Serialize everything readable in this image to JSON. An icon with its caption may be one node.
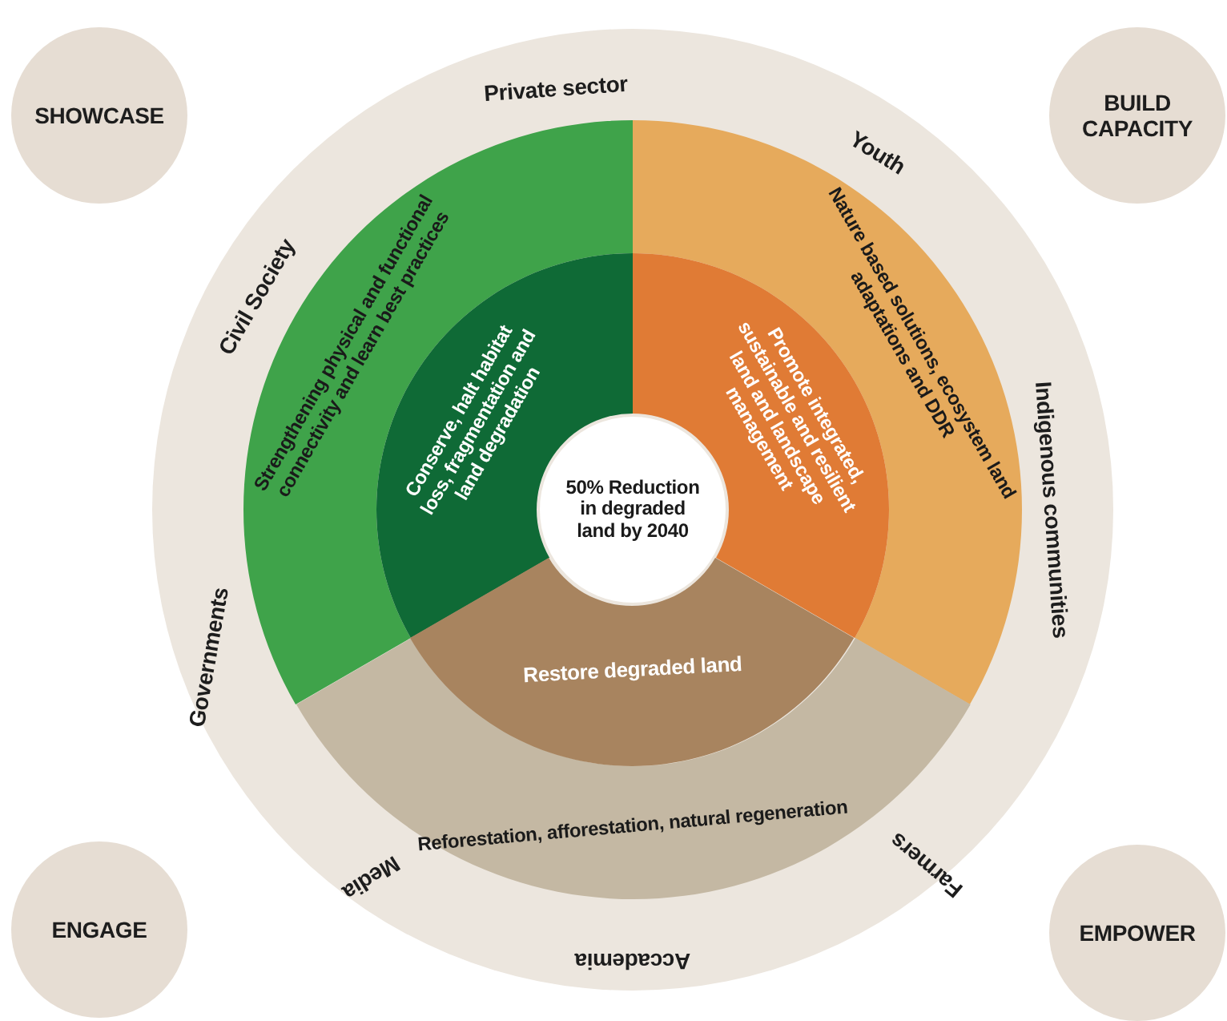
{
  "diagram": {
    "nodes": [
      {
        "text": [
          "Private sector",
          "Youth",
          "Indigenous communities",
          "Farmers",
          "Accademia",
          "Media",
          "Governments",
          "Civil Society"
        ]
      },
      {
        "text": [
          "SHOWCASE"
        ]
      },
      {
        "text": [
          "BUILD CAPACITY"
        ]
      },
      {
        "text": [
          "ENGAGE"
        ]
      },
      {
        "text": [
          "EMPOWER"
        ]
      },
      {
        "text": [
          "Strengthening physical and functional connectivity and learn best practices"
        ],
        "in": 0
      },
      {
        "text": [
          "Nature based solutions, ecosystem land adaptations and DDR"
        ],
        "in": 0
      },
      {
        "text": [
          "Reforestation, afforestation, natural regeneration"
        ],
        "in": 0
      },
      {
        "text": [
          "Conserve, halt habitat loss, fragmentation and land degradation"
        ],
        "in": 0
      },
      {
        "text": [
          "Promote integrated, sustainable and resilient land and landscape management"
        ],
        "in": 0
      },
      {
        "text": [
          "Restore degraded land"
        ],
        "in": 0
      },
      {
        "text": [
          "50% Reduction in degraded land by 2040"
        ],
        "in": 0
      }
    ],
    "edges": []
  }
}
